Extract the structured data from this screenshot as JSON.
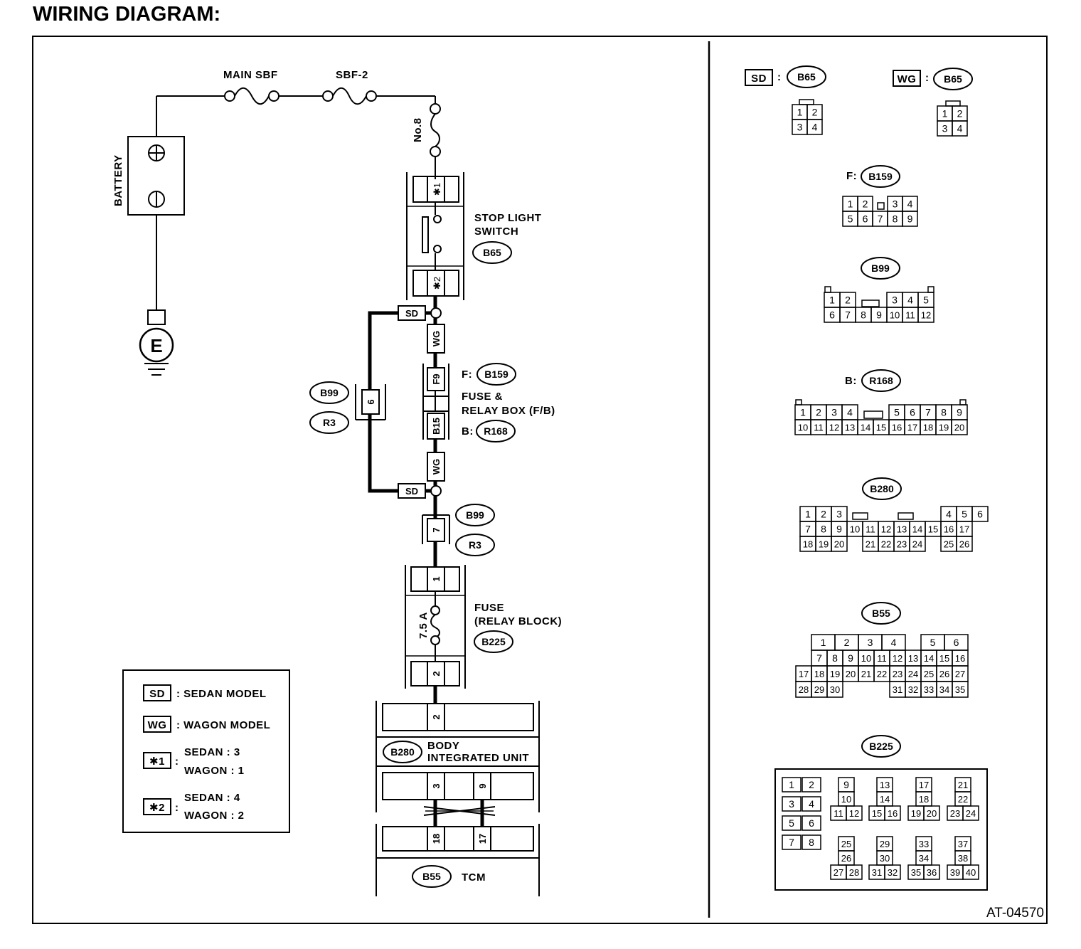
{
  "title": "WIRING DIAGRAM:",
  "figure_id": "AT-04570",
  "components": {
    "battery": "BATTERY",
    "main_sbf": "MAIN SBF",
    "sbf2": "SBF-2",
    "fuse_no8": "No.8",
    "ground": "E",
    "stop_light_switch_l1": "STOP LIGHT",
    "stop_light_switch_l2": "SWITCH",
    "fuse_relay_box_l1": "FUSE &",
    "fuse_relay_box_l2": "RELAY BOX (F/B)",
    "fuse_relay_block_l1": "FUSE",
    "fuse_relay_block_l2": "(RELAY BLOCK)",
    "fuse_rating": "7.5 A",
    "body_unit_l1": "BODY",
    "body_unit_l2": "INTEGRATED UNIT",
    "tcm": "TCM",
    "f_prefix": "F:",
    "b_prefix": "B:"
  },
  "connectors": {
    "b65": "B65",
    "b159": "B159",
    "r168": "R168",
    "b99": "B99",
    "r3": "R3",
    "b225": "B225",
    "b280": "B280",
    "b55": "B55"
  },
  "wire_tags": {
    "sd": "SD",
    "wg": "WG"
  },
  "pins": {
    "star1": "✱1",
    "star2": "✱2",
    "f9": "F9",
    "b15": "B15",
    "p6": "6",
    "p7": "7",
    "p1": "1",
    "p2a": "2",
    "p2b": "2",
    "p3": "3",
    "p9": "9",
    "p18": "18",
    "p17": "17"
  },
  "legend": {
    "sd_tag": "SD",
    "sd_text": ": SEDAN MODEL",
    "wg_tag": "WG",
    "wg_text": ": WAGON MODEL",
    "s1_tag": "✱1",
    "s1_a": "SEDAN : 3",
    "s1_b": "WAGON : 1",
    "s2_tag": "✱2",
    "s2_a": "SEDAN : 4",
    "s2_b": "WAGON : 2",
    "colon": ":"
  },
  "connector_views": {
    "sd_b65": [
      [
        "1",
        "2"
      ],
      [
        "3",
        "4"
      ]
    ],
    "wg_b65": [
      [
        "1",
        "2"
      ],
      [
        "3",
        "4"
      ]
    ],
    "b159": [
      [
        "1",
        "2",
        "",
        "3",
        "4"
      ],
      [
        "5",
        "6",
        "7",
        "8",
        "9"
      ]
    ],
    "b99": [
      [
        "1",
        "2",
        "",
        "",
        "3",
        "4",
        "5"
      ],
      [
        "6",
        "7",
        "8",
        "9",
        "10",
        "11",
        "12"
      ]
    ],
    "r168": [
      [
        "1",
        "2",
        "3",
        "4",
        "",
        "",
        "5",
        "6",
        "7",
        "8",
        "9"
      ],
      [
        "10",
        "11",
        "12",
        "13",
        "14",
        "15",
        "16",
        "17",
        "18",
        "19",
        "20"
      ]
    ],
    "b280": [
      [
        "1",
        "2",
        "3",
        "",
        "",
        "",
        "",
        "",
        "",
        "4",
        "5",
        "6"
      ],
      [
        "7",
        "8",
        "9",
        "10",
        "11",
        "12",
        "13",
        "14",
        "15",
        "16",
        "17"
      ],
      [
        "18",
        "19",
        "20",
        "",
        "21",
        "22",
        "23",
        "24",
        "",
        "25",
        "26"
      ]
    ],
    "b55": [
      [
        "",
        "1",
        "2",
        "3",
        "4",
        "",
        "5",
        "6"
      ],
      [
        "",
        "7",
        "8",
        "9",
        "10",
        "11",
        "12",
        "13",
        "14",
        "15",
        "16"
      ],
      [
        "17",
        "18",
        "19",
        "20",
        "21",
        "22",
        "23",
        "24",
        "25",
        "26",
        "27"
      ],
      [
        "28",
        "29",
        "30",
        "",
        "",
        "",
        "31",
        "32",
        "33",
        "34",
        "35"
      ]
    ],
    "b225_left": [
      [
        "1",
        "2"
      ],
      [
        "3",
        "4"
      ],
      [
        "5",
        "6"
      ],
      [
        "7",
        "8"
      ]
    ],
    "b225_groups": [
      [
        "9",
        "10",
        "11",
        "12"
      ],
      [
        "13",
        "14",
        "15",
        "16"
      ],
      [
        "17",
        "18",
        "19",
        "20"
      ],
      [
        "21",
        "22",
        "23",
        "24"
      ],
      [
        "25",
        "26",
        "27",
        "28"
      ],
      [
        "29",
        "30",
        "31",
        "32"
      ],
      [
        "33",
        "34",
        "35",
        "36"
      ],
      [
        "37",
        "38",
        "39",
        "40"
      ]
    ]
  }
}
